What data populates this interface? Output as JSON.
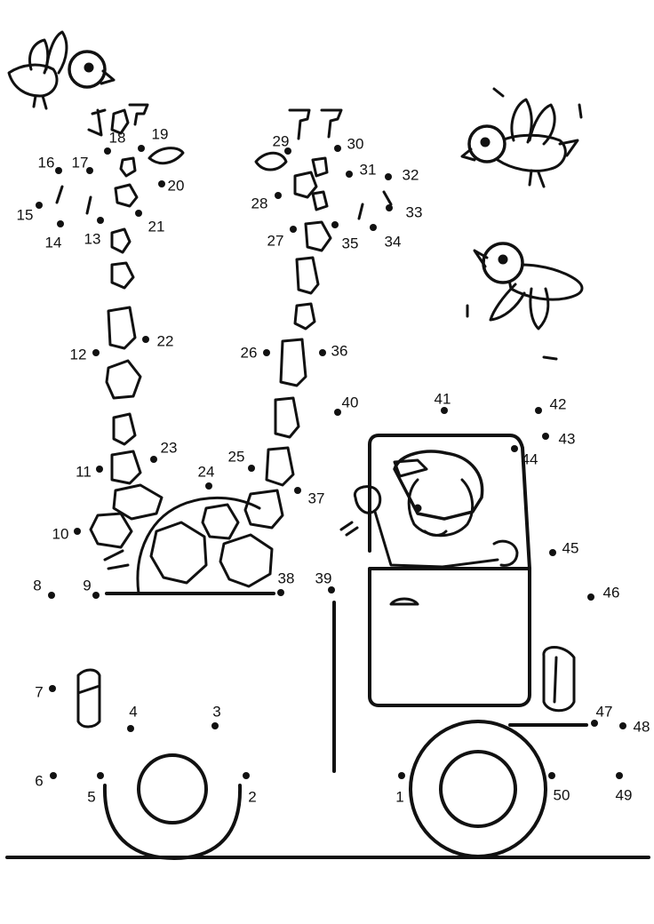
{
  "points": [
    {
      "n": "1"
    },
    {
      "n": "2"
    },
    {
      "n": "3"
    },
    {
      "n": "4"
    },
    {
      "n": "5"
    },
    {
      "n": "6"
    },
    {
      "n": "7"
    },
    {
      "n": "8"
    },
    {
      "n": "9"
    },
    {
      "n": "10"
    },
    {
      "n": "11"
    },
    {
      "n": "12"
    },
    {
      "n": "13"
    },
    {
      "n": "14"
    },
    {
      "n": "15"
    },
    {
      "n": "16"
    },
    {
      "n": "17"
    },
    {
      "n": "18"
    },
    {
      "n": "19"
    },
    {
      "n": "20"
    },
    {
      "n": "21"
    },
    {
      "n": "22"
    },
    {
      "n": "23"
    },
    {
      "n": "24"
    },
    {
      "n": "25"
    },
    {
      "n": "26"
    },
    {
      "n": "27"
    },
    {
      "n": "28"
    },
    {
      "n": "29"
    },
    {
      "n": "30"
    },
    {
      "n": "31"
    },
    {
      "n": "32"
    },
    {
      "n": "33"
    },
    {
      "n": "34"
    },
    {
      "n": "35"
    },
    {
      "n": "36"
    },
    {
      "n": "37"
    },
    {
      "n": "38"
    },
    {
      "n": "39"
    },
    {
      "n": "40"
    },
    {
      "n": "41"
    },
    {
      "n": "42"
    },
    {
      "n": "43"
    },
    {
      "n": "44"
    },
    {
      "n": "45"
    },
    {
      "n": "46"
    },
    {
      "n": "47"
    },
    {
      "n": "48"
    },
    {
      "n": "49"
    },
    {
      "n": "50"
    }
  ],
  "colors": {
    "ink": "#111111",
    "paper": "#ffffff"
  },
  "icons": [
    "bird-icon",
    "driver-figure",
    "truck-cab",
    "wheel",
    "stone-pile"
  ]
}
